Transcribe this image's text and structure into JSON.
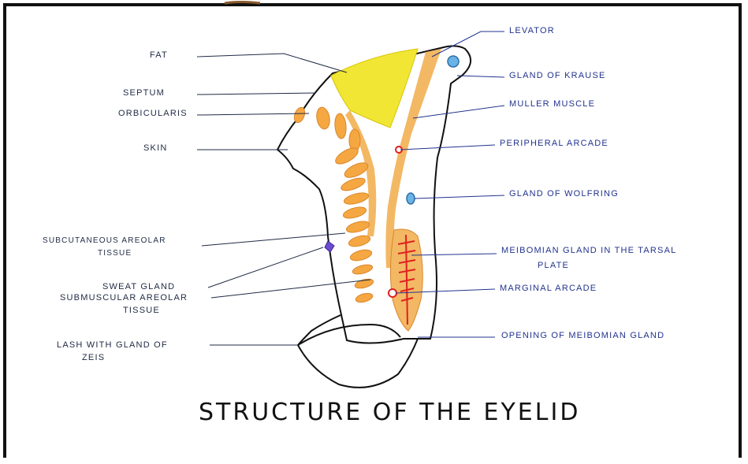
{
  "title": "Structure Of The Eyelid",
  "colors": {
    "fat": "#f2e635",
    "muscle": "#f3b864",
    "gland_fill": "#f5a742",
    "gland_outline": "#d9862a",
    "arcade": "#e02020",
    "gland_blue": "#6ab3e6",
    "sweat_gland": "#6b4ccf",
    "leader_left": "#1f2a44",
    "leader_right": "#22338e",
    "outline": "#111111"
  },
  "labels_left": {
    "fat": "Fat",
    "septum": "Septum",
    "orbicularis": "Orbicularis",
    "skin": "Skin",
    "subcutaneous_line1": "Subcutaneous Areolar",
    "subcutaneous_line2": "Tissue",
    "sweat_gland": "Sweat Gland",
    "submuscular_line1": "Submuscular Areolar",
    "submuscular_line2": "Tissue",
    "lash_line1": "Lash With Gland Of",
    "lash_line2": "Zeis"
  },
  "labels_right": {
    "levator": "Levator",
    "krause": "Gland Of Krause",
    "muller": "Muller Muscle",
    "peripheral": "Peripheral Arcade",
    "wolfring": "Gland Of Wolfring",
    "meibomian_line1": "Meibomian Gland In The Tarsal",
    "meibomian_line2": "Plate",
    "marginal": "Marginal Arcade",
    "opening": "Opening Of Meibomian Gland"
  }
}
